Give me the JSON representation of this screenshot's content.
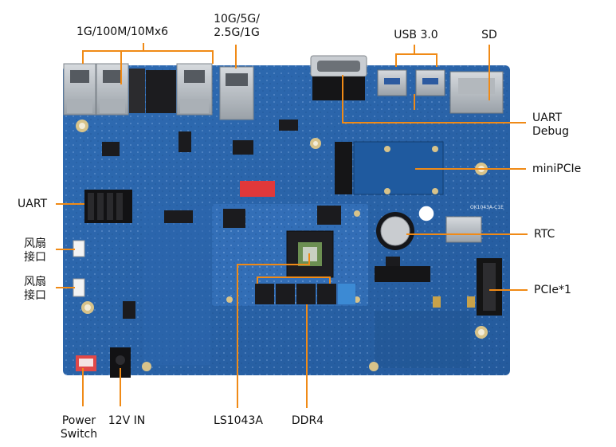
{
  "labels": {
    "gbe": "1G/100M/10Mx6",
    "xgbe_line1": "10G/5G/",
    "xgbe_line2": "2.5G/1G",
    "usb": "USB 3.0",
    "sd": "SD",
    "uart_debug_line1": "UART",
    "uart_debug_line2": "Debug",
    "minipcie": "miniPCIe",
    "uart": "UART",
    "fan1_line1": "风扇",
    "fan1_line2": "接口",
    "fan2_line1": "风扇",
    "fan2_line2": "接口",
    "rtc": "RTC",
    "pcie": "PCIe*1",
    "power_line1": "Power",
    "power_line2": "Switch",
    "dc_in": "12V IN",
    "soc": "LS1043A",
    "ddr": "DDR4"
  },
  "silkscreen": {
    "board_model": "OK1043A-C1E"
  },
  "colors": {
    "board": "#2a63a8",
    "board_dark": "#1d4f8e",
    "callout": "#f08a16",
    "label_text": "#111111",
    "metal": "#b9bec4",
    "chip": "#1b1b1e",
    "connector_black": "#141414",
    "gold": "#c8a24a"
  }
}
